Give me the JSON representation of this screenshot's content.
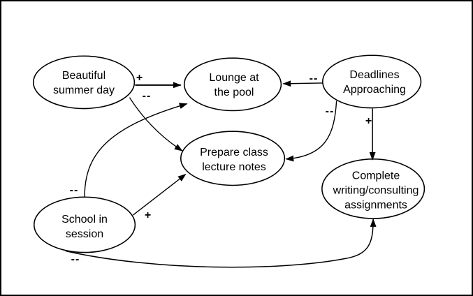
{
  "diagram": {
    "type": "causal-loop-diagram",
    "colors": {
      "stroke": "#000000",
      "background": "#ffffff",
      "text": "#000000"
    },
    "nodes": {
      "beautiful_summer_day": {
        "label": "Beautiful\nsummer day"
      },
      "lounge_at_the_pool": {
        "label": "Lounge at\nthe pool"
      },
      "deadlines_approaching": {
        "label": "Deadlines\nApproaching"
      },
      "prepare_class_lecture_notes": {
        "label": "Prepare class\nlecture notes"
      },
      "complete_writing_consulting_assignments": {
        "label": "Complete\nwriting/consulting\nassignments"
      },
      "school_in_session": {
        "label": "School in\nsession"
      }
    },
    "edges": [
      {
        "from": "beautiful_summer_day",
        "to": "lounge_at_the_pool",
        "sign": "+"
      },
      {
        "from": "deadlines_approaching",
        "to": "lounge_at_the_pool",
        "sign": "--"
      },
      {
        "from": "beautiful_summer_day",
        "to": "prepare_class_lecture_notes",
        "sign": "--"
      },
      {
        "from": "school_in_session",
        "to": "lounge_at_the_pool",
        "sign": "--"
      },
      {
        "from": "school_in_session",
        "to": "prepare_class_lecture_notes",
        "sign": "+"
      },
      {
        "from": "deadlines_approaching",
        "to": "prepare_class_lecture_notes",
        "sign": "--"
      },
      {
        "from": "deadlines_approaching",
        "to": "complete_writing_consulting_assignments",
        "sign": "+"
      },
      {
        "from": "school_in_session",
        "to": "complete_writing_consulting_assignments",
        "sign": "--"
      }
    ]
  }
}
